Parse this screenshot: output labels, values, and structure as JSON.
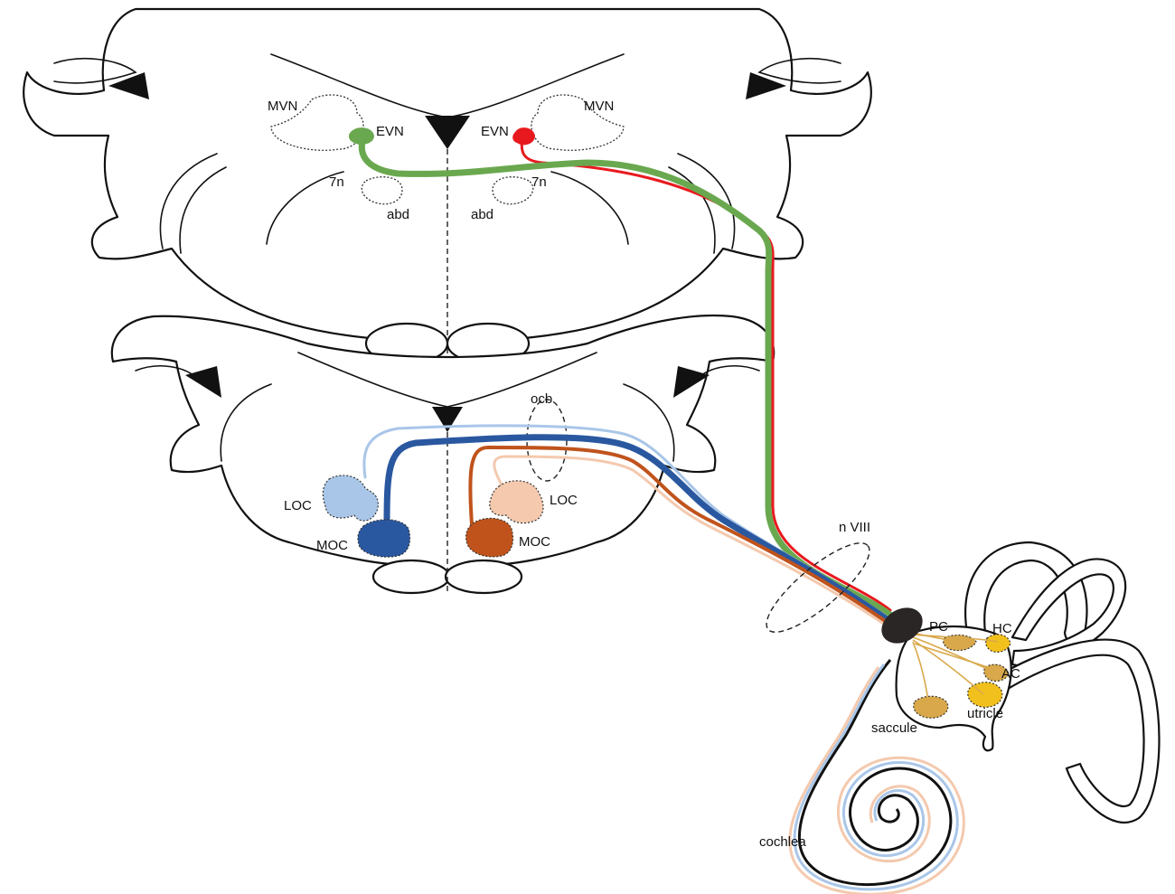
{
  "colors": {
    "evn_left": "#6aa84f",
    "evn_right": "#e8191e",
    "moc_left": "#2a58a0",
    "loc_left": "#a9c6e8",
    "moc_right": "#c0531c",
    "loc_right": "#f4c9ae",
    "ganglion": "#2a2626",
    "vestibular_organ": "#d9a84a",
    "utricle": "#f2c01c"
  },
  "labels": {
    "mvn_left": "MVN",
    "mvn_right": "MVN",
    "evn_left": "EVN",
    "evn_right": "EVN",
    "seven_n_left": "7n",
    "seven_n_right": "7n",
    "abd_left": "abd",
    "abd_right": "abd",
    "ocb": "ocb",
    "loc_left": "LOC",
    "loc_right": "LOC",
    "moc_left": "MOC",
    "moc_right": "MOC",
    "n_viii": "n VIII",
    "pc": "PC",
    "hc": "HC",
    "ac": "AC",
    "utricle": "utricle",
    "saccule": "saccule",
    "cochlea": "cochlea"
  }
}
